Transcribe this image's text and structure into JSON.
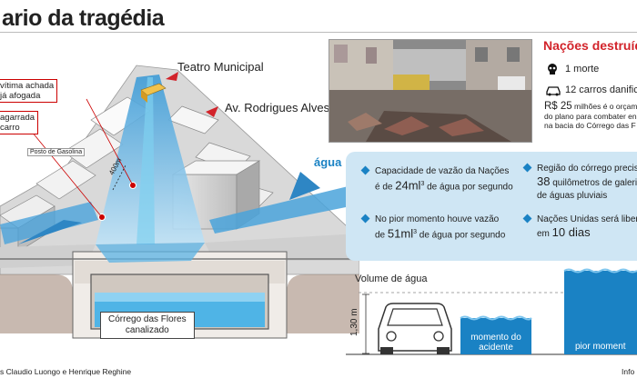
{
  "title": "ario da tragédia",
  "scene": {
    "teatro": "Teatro Municipal",
    "avenida": "Av. Rodrigues Alves",
    "agua": "água",
    "posto": "Posto de Gasolina",
    "distancia": "400m",
    "vitima_l1": "vítima achada",
    "vitima_l2": "já afogada",
    "agarrada_l1": "agarrada",
    "agarrada_l2": "carro",
    "corrego_l1": "Córrego das Flores",
    "corrego_l2": "canalizado"
  },
  "stats": {
    "heading": "Nações destruíd",
    "morte": "1 morte",
    "carros": "12 carros danificado",
    "cost_big": "R$ 25",
    "cost_l1": " milhões é o orçam",
    "cost_l2": "do plano para combater en",
    "cost_l3": "na bacia do Córrego das F"
  },
  "info": {
    "b1_l1": "Capacidade de vazão da Nações",
    "b1_pre": "é de ",
    "b1_num": "24ml",
    "b1_sup": "3",
    "b1_post": " de água por segundo",
    "b2_l1": "No pior momento houve vazão",
    "b2_pre": "de ",
    "b2_num": "51ml",
    "b2_sup": "3",
    "b2_post": " de água por segundo",
    "b3_l1": "Região do córrego precisa",
    "b3_num": "38",
    "b3_l2": " quilômetros de galeria",
    "b3_l3": "de águas pluviais",
    "b4_l1": "Nações Unidas será libera",
    "b4_pre": "em ",
    "b4_num": "10 dias"
  },
  "volume": {
    "title": "Volume de água",
    "height": "1,30 m",
    "acidente_l1": "momento do",
    "acidente_l2": "acidente",
    "pior": "pior moment"
  },
  "footer": {
    "credits": "s Claudio Luongo e Henrique Reghine",
    "source": "Info"
  },
  "colors": {
    "accent_red": "#d2232a",
    "water_blue": "#1a82c4",
    "panel_blue": "#cfe6f4"
  }
}
